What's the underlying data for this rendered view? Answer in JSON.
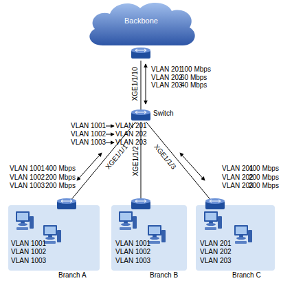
{
  "diagram": {
    "nodes": [
      {
        "text": [
          "Backbone"
        ]
      },
      {
        "text": [
          "Switch"
        ]
      },
      {
        "text": [
          "VLAN 1001",
          "VLAN 1002",
          "VLAN 1003",
          "Branch A"
        ]
      },
      {
        "text": [
          "VLAN 1001",
          "VLAN 1002",
          "VLAN 1003",
          "Branch B"
        ]
      },
      {
        "text": [
          "VLAN 201",
          "VLAN 202",
          "VLAN 203",
          "Branch C"
        ]
      }
    ],
    "edges": [
      {
        "from": 0,
        "to": 1,
        "arrow": "none",
        "label": "XGE1/1/10"
      },
      {
        "from": 1,
        "to": 2,
        "arrow": "none",
        "label": "XGE1/1/1"
      },
      {
        "from": 1,
        "to": 3,
        "arrow": "none",
        "label": "XGE1/1/2"
      },
      {
        "from": 1,
        "to": 4,
        "arrow": "none",
        "label": "XGE1/1/3"
      }
    ],
    "labels": [
      "VLAN 201",
      "100 Mbps",
      "VLAN 202",
      "60 Mbps",
      "VLAN 203",
      "40 Mbps",
      "VLAN 1001",
      "VLAN 201",
      "VLAN 1002",
      "VLAN 202",
      "VLAN 1003",
      "VLAN 203",
      "VLAN 1001",
      "400 Mbps",
      "VLAN 1002",
      "200 Mbps",
      "VLAN 1003",
      "200 Mbps",
      "VLAN 201",
      "400 Mbps",
      "VLAN 202",
      "200 Mbps",
      "VLAN 203",
      "200 Mbps"
    ]
  }
}
